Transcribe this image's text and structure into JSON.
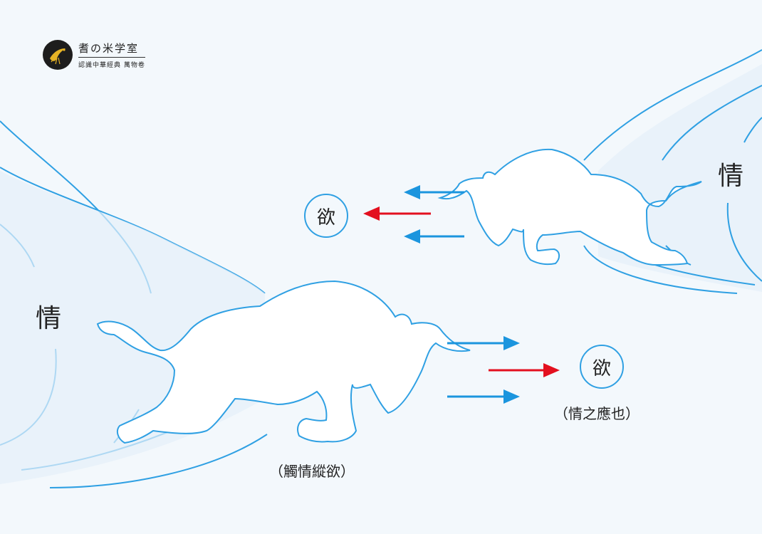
{
  "logo": {
    "title": "耆の米学室",
    "subtitle": "認識中華經典 萬物卷"
  },
  "labels": {
    "qing_left": "情",
    "qing_right": "情",
    "yu_top": "欲",
    "yu_bottom": "欲",
    "caption_left": "（觸情縱欲）",
    "caption_right": "（情之應也）"
  },
  "colors": {
    "background": "#f3f8fc",
    "stroke_blue": "#2fa0e3",
    "arrow_blue": "#1b95de",
    "arrow_red": "#e3101f",
    "flow_fill": "#e4f0fa"
  }
}
